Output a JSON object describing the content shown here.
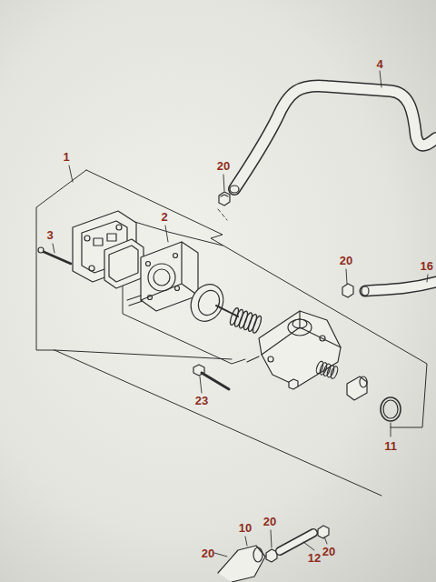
{
  "diagram": {
    "labels": [
      "4",
      "1",
      "20",
      "3",
      "2",
      "20",
      "16",
      "23",
      "11",
      "10",
      "20",
      "12",
      "20",
      "20"
    ]
  }
}
